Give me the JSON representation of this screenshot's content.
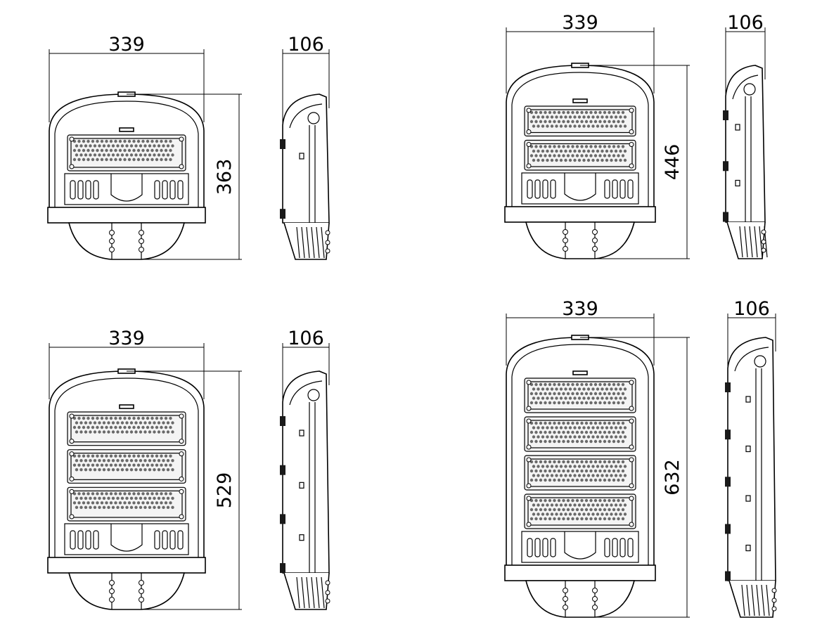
{
  "views": [
    {
      "id": "one-module",
      "modules": 1,
      "width_mm": "339",
      "height_mm": "363",
      "depth_mm": "106"
    },
    {
      "id": "two-module",
      "modules": 2,
      "width_mm": "339",
      "height_mm": "446",
      "depth_mm": "106"
    },
    {
      "id": "three-module",
      "modules": 3,
      "width_mm": "339",
      "height_mm": "529",
      "depth_mm": "106"
    },
    {
      "id": "four-module",
      "modules": 4,
      "width_mm": "339",
      "height_mm": "632",
      "depth_mm": "106"
    }
  ]
}
